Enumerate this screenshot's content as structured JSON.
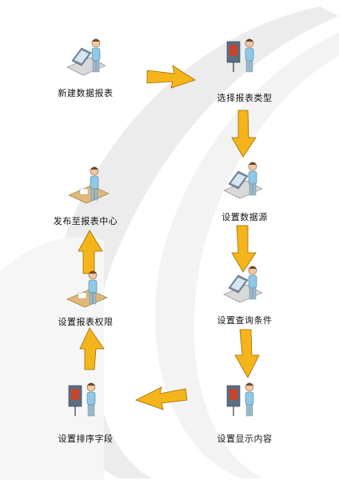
{
  "colors": {
    "arrow_fill": "#F5B51A",
    "arrow_stroke": "#9C6B00",
    "person_shirt": "#8FC9E8",
    "person_skin": "#F2C7A1",
    "person_hair": "#6B4A2B",
    "monitor_screen": "#C8442C",
    "monitor_frame": "#5B6E82",
    "desk": "#E0B978",
    "background_swoosh": "#EEEEEE"
  },
  "steps": [
    {
      "id": "new-report",
      "label": "新建数据报表",
      "icon": "person-at-laptop-icon"
    },
    {
      "id": "choose-type",
      "label": "选择报表类型",
      "icon": "person-at-presentation-board-icon"
    },
    {
      "id": "data-source",
      "label": "设置数据源",
      "icon": "person-at-laptop-icon"
    },
    {
      "id": "query-conditions",
      "label": "设置查询条件",
      "icon": "person-at-laptop-icon"
    },
    {
      "id": "display-content",
      "label": "设置显示内容",
      "icon": "person-at-presentation-board-icon"
    },
    {
      "id": "sort-fields",
      "label": "设置排序字段",
      "icon": "person-at-presentation-board-icon"
    },
    {
      "id": "permissions",
      "label": "设置报表权限",
      "icon": "person-at-desk-icon"
    },
    {
      "id": "publish",
      "label": "发布至报表中心",
      "icon": "person-at-desk-icon"
    }
  ]
}
